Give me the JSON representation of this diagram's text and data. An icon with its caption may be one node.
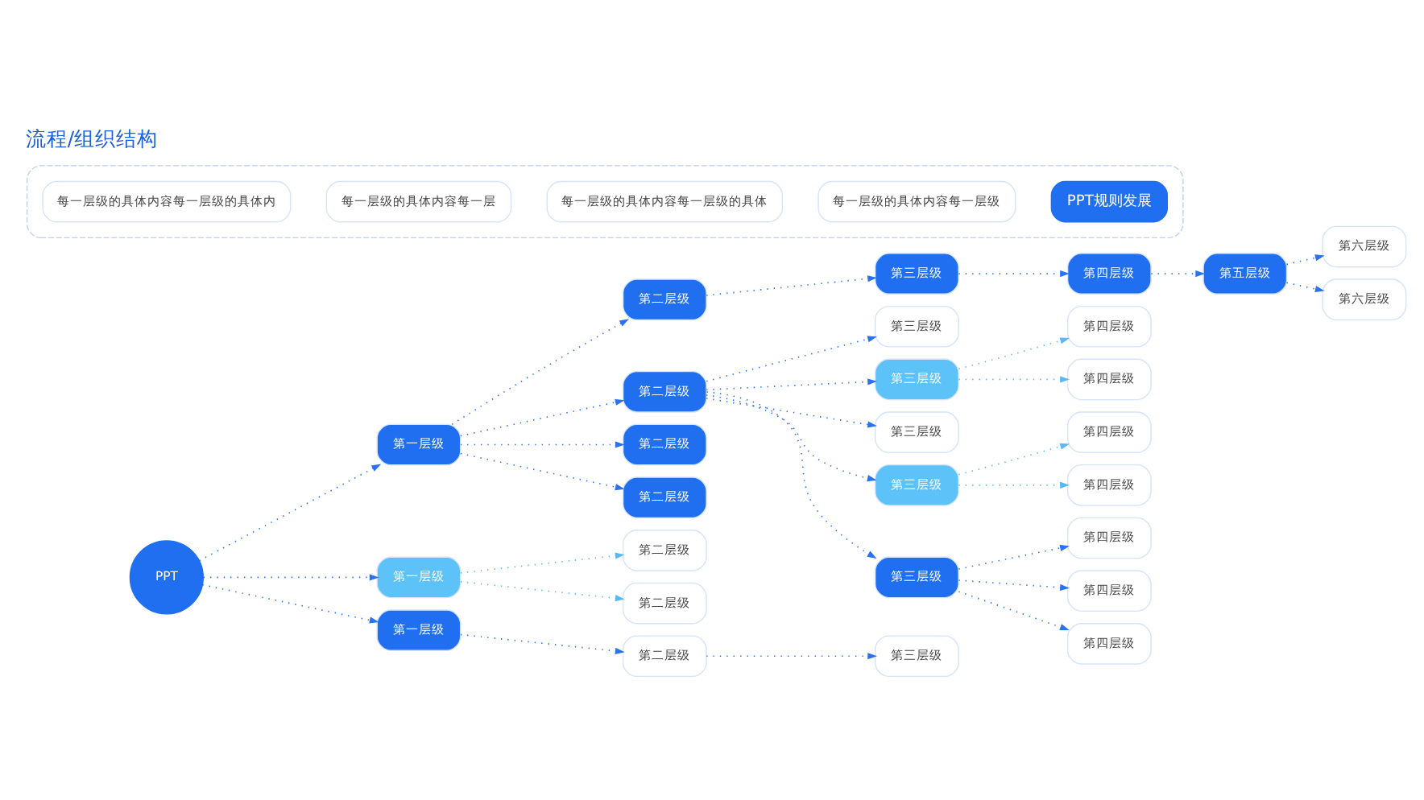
{
  "diagram": {
    "title": "流程/组织结构",
    "nodes": [
      {
        "text": [
          "PPT"
        ]
      },
      {
        "text": [
          "第一层级"
        ]
      },
      {
        "text": [
          "第一层级"
        ]
      },
      {
        "text": [
          "第一层级"
        ]
      },
      {
        "text": [
          "第二层级"
        ]
      },
      {
        "text": [
          "第二层级"
        ]
      },
      {
        "text": [
          "第二层级"
        ]
      },
      {
        "text": [
          "第二层级"
        ]
      },
      {
        "text": [
          "第三层级"
        ]
      },
      {
        "text": [
          "第四层级"
        ]
      },
      {
        "text": [
          "第五层级"
        ]
      },
      {
        "text": [
          "第六层级"
        ]
      },
      {
        "text": [
          "第六层级"
        ]
      },
      {
        "text": [
          "第三层级"
        ]
      },
      {
        "text": [
          "第三层级"
        ]
      },
      {
        "text": [
          "第三层级"
        ]
      },
      {
        "text": [
          "第三层级"
        ]
      },
      {
        "text": [
          "第三层级"
        ]
      },
      {
        "text": [
          "第四层级"
        ]
      },
      {
        "text": [
          "第四层级"
        ]
      },
      {
        "text": [
          "第四层级"
        ]
      },
      {
        "text": [
          "第四层级"
        ]
      },
      {
        "text": [
          "第四层级"
        ]
      },
      {
        "text": [
          "第四层级"
        ]
      },
      {
        "text": [
          "第四层级"
        ]
      },
      {
        "text": [
          "第二层级"
        ]
      },
      {
        "text": [
          "第二层级"
        ]
      },
      {
        "text": [
          "第二层级"
        ]
      },
      {
        "text": [
          "第三层级"
        ]
      },
      {
        "text": [],
        "shape": "box"
      },
      {
        "text": [
          "每一层级的具体内容每一层级的具体内"
        ],
        "in": 29
      },
      {
        "text": [
          "每一层级的具体内容每一层"
        ],
        "in": 29
      },
      {
        "text": [
          "每一层级的具体内容每一层级的具体"
        ],
        "in": 29
      },
      {
        "text": [
          "每一层级的具体内容每一层级"
        ],
        "in": 29
      },
      {
        "text": [
          "PPT规则发展"
        ],
        "in": 29
      }
    ],
    "edges": [
      {
        "from": 0,
        "to": 1,
        "arrow": "to"
      },
      {
        "from": 0,
        "to": 2,
        "arrow": "to"
      },
      {
        "from": 0,
        "to": 3,
        "arrow": "to"
      },
      {
        "from": 1,
        "to": 4,
        "arrow": "to"
      },
      {
        "from": 1,
        "to": 5,
        "arrow": "to"
      },
      {
        "from": 1,
        "to": 6,
        "arrow": "to"
      },
      {
        "from": 1,
        "to": 7,
        "arrow": "to"
      },
      {
        "from": 4,
        "to": 8,
        "arrow": "to"
      },
      {
        "from": 8,
        "to": 9,
        "arrow": "to"
      },
      {
        "from": 9,
        "to": 10,
        "arrow": "to"
      },
      {
        "from": 10,
        "to": 11,
        "arrow": "to"
      },
      {
        "from": 10,
        "to": 12,
        "arrow": "to"
      },
      {
        "from": 5,
        "to": 13,
        "arrow": "to"
      },
      {
        "from": 5,
        "to": 14,
        "arrow": "to"
      },
      {
        "from": 5,
        "to": 15,
        "arrow": "to"
      },
      {
        "from": 5,
        "to": 16,
        "arrow": "to"
      },
      {
        "from": 5,
        "to": 17,
        "arrow": "to"
      },
      {
        "from": 14,
        "to": 18,
        "arrow": "to",
        "color": "#5ab8f5"
      },
      {
        "from": 14,
        "to": 19,
        "arrow": "to",
        "color": "#5ab8f5"
      },
      {
        "from": 16,
        "to": 20,
        "arrow": "to",
        "color": "#5ab8f5"
      },
      {
        "from": 16,
        "to": 21,
        "arrow": "to",
        "color": "#5ab8f5"
      },
      {
        "from": 17,
        "to": 22,
        "arrow": "to"
      },
      {
        "from": 17,
        "to": 23,
        "arrow": "to"
      },
      {
        "from": 17,
        "to": 24,
        "arrow": "to"
      },
      {
        "from": 2,
        "to": 25,
        "arrow": "to",
        "color": "#5ab8f5"
      },
      {
        "from": 2,
        "to": 26,
        "arrow": "to",
        "color": "#5ab8f5"
      },
      {
        "from": 3,
        "to": 27,
        "arrow": "to"
      },
      {
        "from": 27,
        "to": 28,
        "arrow": "to"
      }
    ]
  }
}
